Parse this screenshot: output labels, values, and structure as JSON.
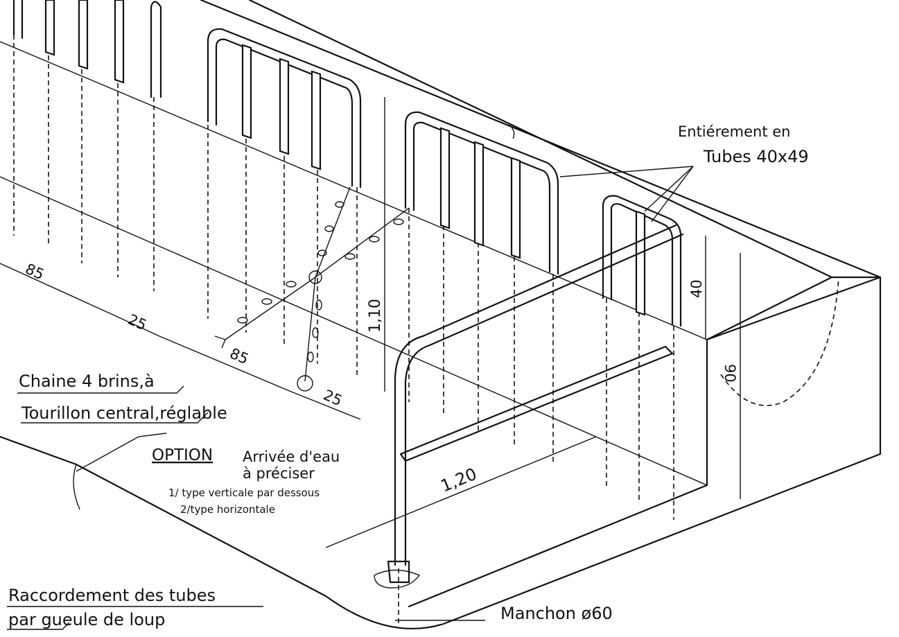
{
  "labels": {
    "tubes_line1": "Entiérement   en",
    "tubes_line2": "Tubes 40x49",
    "chain_line1": "Chaine 4 brins,à",
    "chain_line2": "Tourillon central,réglable",
    "option_word": "OPTION",
    "option_line1": "Arrivée d'eau",
    "option_line2": "à préciser",
    "option_item1": "1/ type verticale par dessous",
    "option_item2": "2/type  horizontale",
    "joint_line1": "Raccordement des tubes",
    "joint_line2": "par gueule  de loup",
    "sleeve": "Manchon ø60"
  },
  "dimensions": {
    "d1": "85",
    "d2": "25",
    "d3": "85",
    "d4": "25",
    "height_110": "1,10",
    "width_120": "1,20",
    "height_40": "40",
    "height_90": "90"
  }
}
